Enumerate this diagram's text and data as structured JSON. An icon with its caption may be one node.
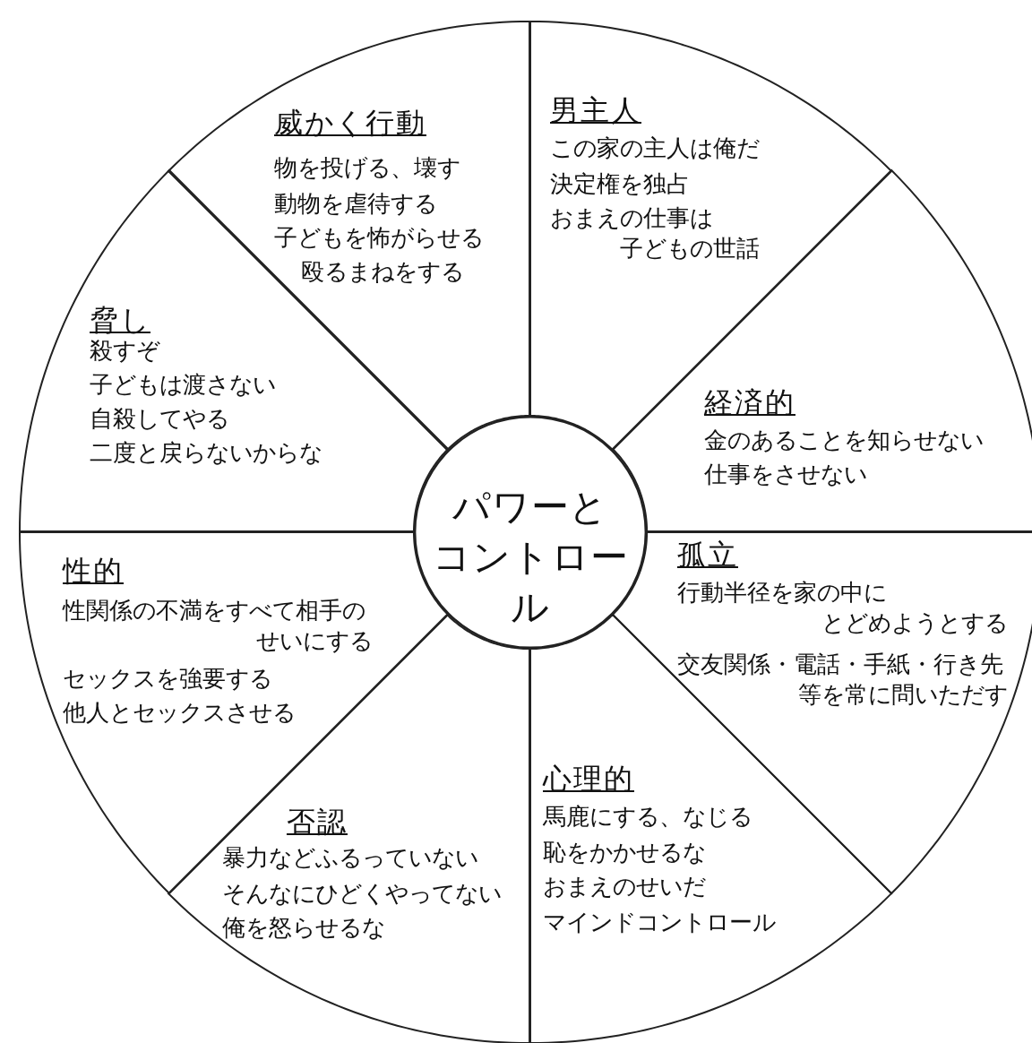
{
  "diagram": {
    "nodes": [
      {
        "text": [
          "威かく行動",
          "物を投げる、壊す",
          "動物を虐待する",
          "子どもを怖がらせる",
          "殴るまねをする"
        ]
      },
      {
        "text": [
          "男主人",
          "この家の主人は俺だ",
          "決定権を独占",
          "おまえの仕事は子どもの世話"
        ]
      },
      {
        "text": [
          "脅し",
          "殺すぞ",
          "子どもは渡さない",
          "自殺してやる",
          "二度と戻らないからな"
        ]
      },
      {
        "text": [
          "経済的",
          "金のあることを知らせない",
          "仕事をさせない"
        ]
      },
      {
        "text": [
          "パワーとコントロール"
        ]
      },
      {
        "text": [
          "性的",
          "性関係の不満をすべて相手のせいにする",
          "セックスを強要する",
          "他人とセックスさせる"
        ]
      },
      {
        "text": [
          "孤立",
          "行動半径を家の中にとどめようとする",
          "交友関係・電話・手紙・行き先等を常に問いただす"
        ]
      },
      {
        "text": [
          "否認",
          "暴力などふるっていない",
          "そんなにひどくやってない",
          "俺を怒らせるな"
        ]
      },
      {
        "text": [
          "心理的",
          "馬鹿にする、なじる",
          "恥をかかせるな",
          "おまえのせいだ",
          "マインドコントロール"
        ]
      }
    ]
  }
}
